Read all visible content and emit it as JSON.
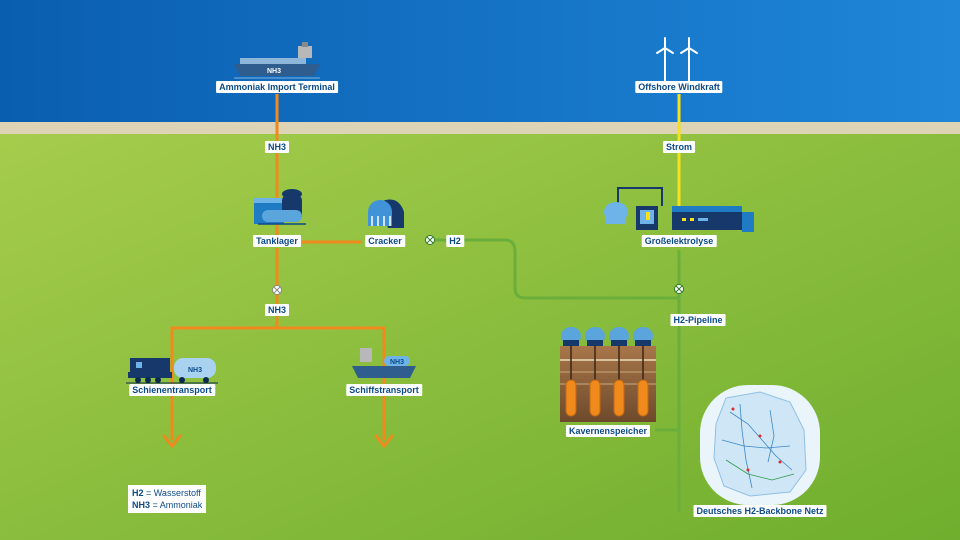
{
  "colors": {
    "sea_top": "#0a5eb0",
    "sea_bottom": "#1f86d8",
    "beach": "#dcd4b4",
    "land": "#9fc846",
    "land_dark": "#5e9a2a",
    "nh3_line": "#f08a1c",
    "power_line": "#f5e11c",
    "h2_line": "#6aae3c",
    "label_text": "#0b4a8a"
  },
  "labels": {
    "import_terminal": "Ammoniak Import Terminal",
    "offshore_wind": "Offshore Windkraft",
    "nh3_top": "NH3",
    "power": "Strom",
    "tank_storage": "Tanklager",
    "cracker": "Cracker",
    "h2_small": "H2",
    "electrolysis": "Großelektrolyse",
    "nh3_mid": "NH3",
    "pipeline": "H2-Pipeline",
    "rail": "Schienentransport",
    "ship": "Schiffstransport",
    "cavern": "Kavernenspeicher",
    "backbone": "Deutsches H2-Backbone Netz",
    "ship_hull_text": "NH3",
    "rail_tank_text": "NH3",
    "barge_text": "NH3"
  },
  "legend": {
    "h2_symbol": "H2",
    "h2_text": " = Wasserstoff",
    "nh3_symbol": "NH3",
    "nh3_text": " = Ammoniak"
  },
  "icons": {
    "ship": "tanker-ship-icon",
    "turbines": "wind-turbine-icon",
    "tanks": "storage-tank-icon",
    "cracker": "cracker-plant-icon",
    "electrolysis": "electrolysis-plant-icon",
    "rail": "train-icon",
    "barge": "barge-icon",
    "cavern": "cavern-storage-icon",
    "map": "germany-map-icon",
    "valve": "valve-icon",
    "arrow": "arrow-down-icon"
  }
}
